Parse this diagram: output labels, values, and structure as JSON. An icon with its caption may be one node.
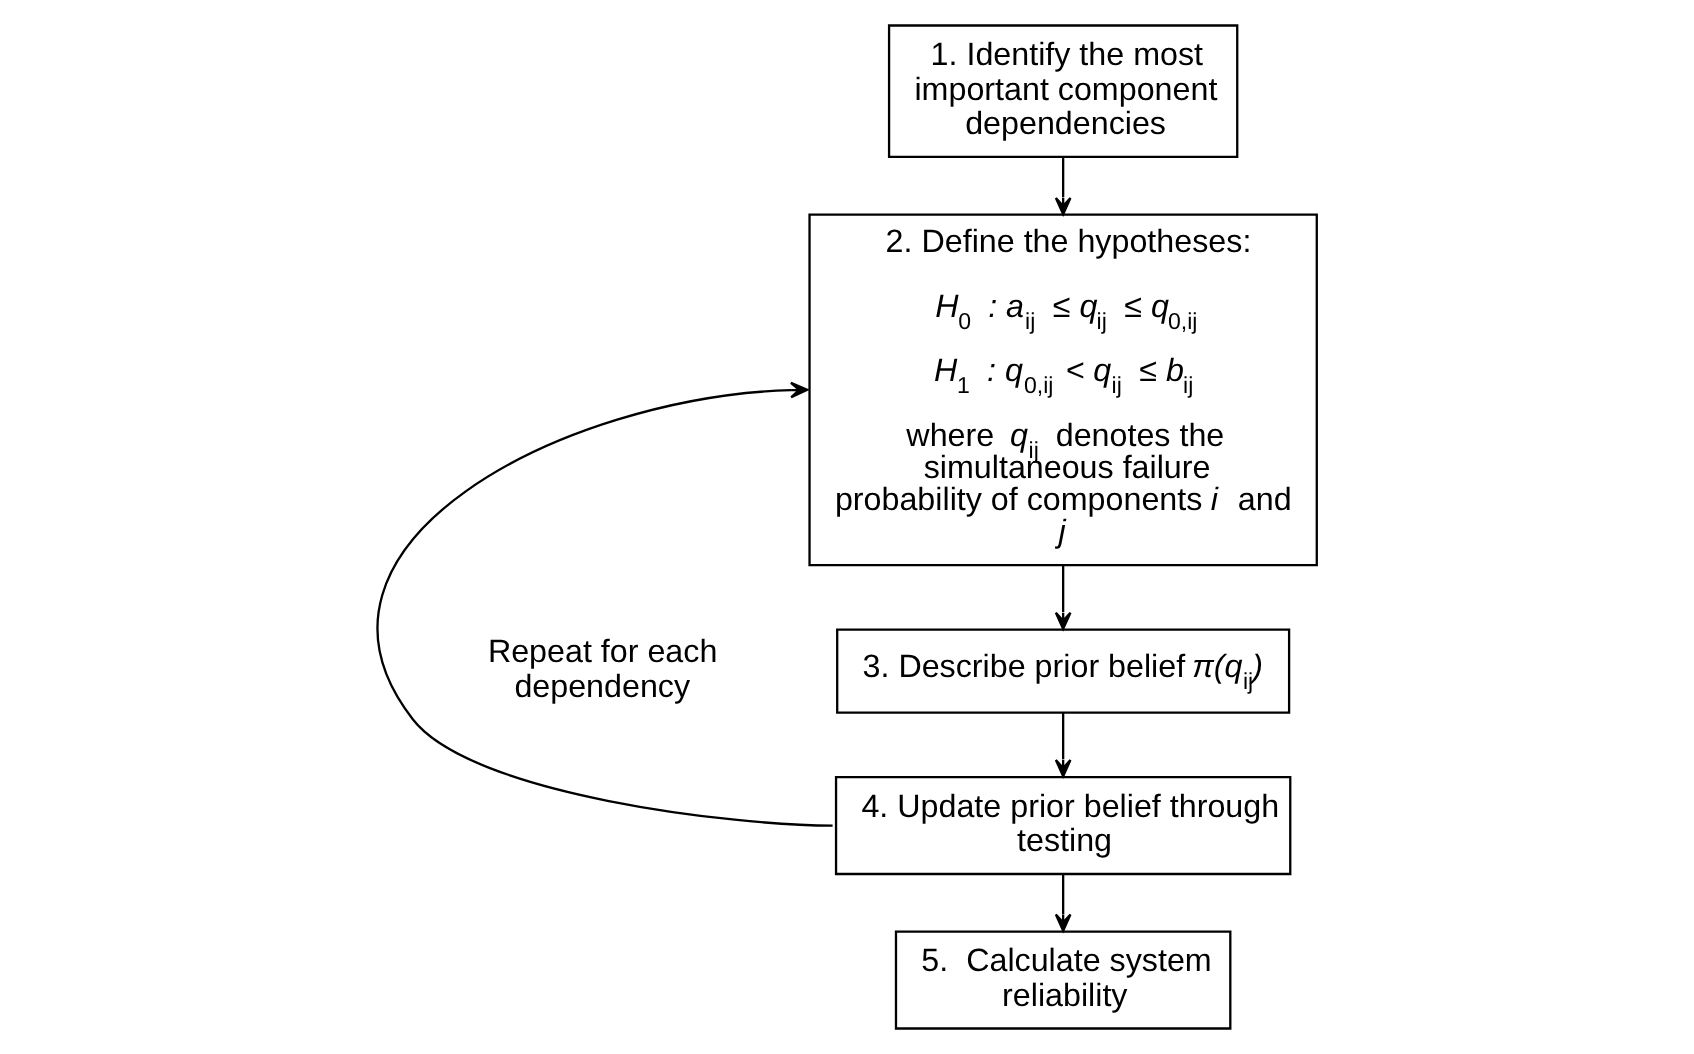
{
  "diagram": {
    "nodes": [
      {
        "text": [
          "1. Identify the most important component dependencies"
        ]
      },
      {
        "text": [
          "2. Define the hypotheses:",
          "*H*$_{0}$ *: a*$_{ij}$ *≤ q*$_{ij}$ *≤ q*$_{0,ij}$",
          "*H*$_{1}$ *: q*$_{0,ij}$ *< q*$_{ij}$ *≤ b*$_{ij}$",
          "where *q*$_{ij}$ denotes the simultaneous failure probability of components *i* and *j*"
        ]
      },
      {
        "text": [
          "3. Describe prior belief *π(q*$_{ij}$*)*"
        ]
      },
      {
        "text": [
          "4. Update prior belief through testing"
        ]
      },
      {
        "text": [
          "5.  Calculate system reliability"
        ]
      }
    ],
    "edges": [
      {
        "from": 0,
        "to": 1,
        "arrow": "to"
      },
      {
        "from": 1,
        "to": 2,
        "arrow": "to"
      },
      {
        "from": 2,
        "to": 3,
        "arrow": "to"
      },
      {
        "from": 3,
        "to": 1,
        "arrow": "to"
      },
      {
        "from": 3,
        "to": 4,
        "arrow": "to"
      }
    ],
    "labels": [
      "Repeat for each dependency"
    ]
  }
}
